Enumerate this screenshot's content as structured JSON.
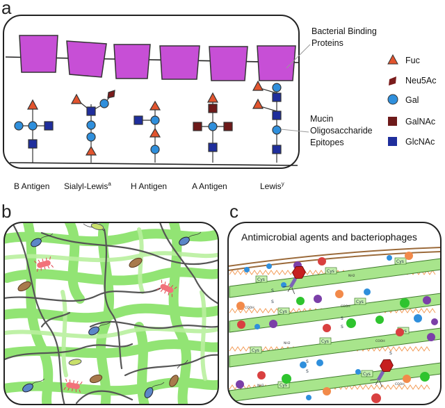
{
  "panels": {
    "a": "a",
    "b": "b",
    "c": "c"
  },
  "panel_a": {
    "callout_proteins": [
      "Bacterial Binding",
      "Proteins"
    ],
    "callout_epitopes": [
      "Mucin",
      "Oligosaccharide",
      "Epitopes"
    ],
    "legend": [
      {
        "label": "Fuc",
        "shape": "triangle",
        "color": "#e2542e"
      },
      {
        "label": "Neu5Ac",
        "shape": "diamond",
        "color": "#7a1c1c"
      },
      {
        "label": "Gal",
        "shape": "circle",
        "color": "#2f8fdc"
      },
      {
        "label": "GalNAc",
        "shape": "square",
        "color": "#6e1a1a"
      },
      {
        "label": "GlcNAc",
        "shape": "square",
        "color": "#1f2e9c"
      }
    ],
    "antigens": [
      {
        "name": "B Antigen",
        "sup": ""
      },
      {
        "name": "Sialyl-Lewis",
        "sup": "a"
      },
      {
        "name": "H Antigen",
        "sup": ""
      },
      {
        "name": "A Antigen",
        "sup": ""
      },
      {
        "name": "Lewis",
        "sup": "y"
      }
    ],
    "colors": {
      "protein": "#c74fd6",
      "protein_stroke": "#333333"
    }
  },
  "panel_c": {
    "title": "Antimicrobial agents and bacteriophages",
    "cys_label": "Cys",
    "s_label": "S",
    "nh2": "NH2",
    "cooh": "COOH",
    "colors": {
      "mucin": "#a8e58c",
      "mucin_stroke": "#3f7a2c"
    }
  },
  "icons": {
    "protein": "bacterial-binding-protein-icon",
    "bacterium": "bacterium-icon",
    "phage": "bacteriophage-icon",
    "virus": "virus-icon"
  }
}
